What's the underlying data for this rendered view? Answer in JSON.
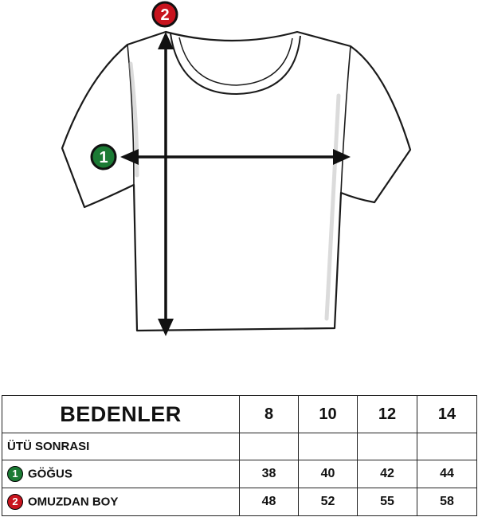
{
  "markers": {
    "chest_number": "1",
    "length_number": "2",
    "chest_color": "#1b7a34",
    "length_color": "#c8141e"
  },
  "table": {
    "header_label": "BEDENLER",
    "sizes": [
      "8",
      "10",
      "12",
      "14"
    ],
    "subheader": "ÜTÜ SONRASI",
    "rows": [
      {
        "number": "1",
        "label": "GÖĞUS",
        "values": [
          "38",
          "40",
          "42",
          "44"
        ]
      },
      {
        "number": "2",
        "label": "OMUZDAN BOY",
        "values": [
          "48",
          "52",
          "55",
          "58"
        ]
      }
    ]
  }
}
